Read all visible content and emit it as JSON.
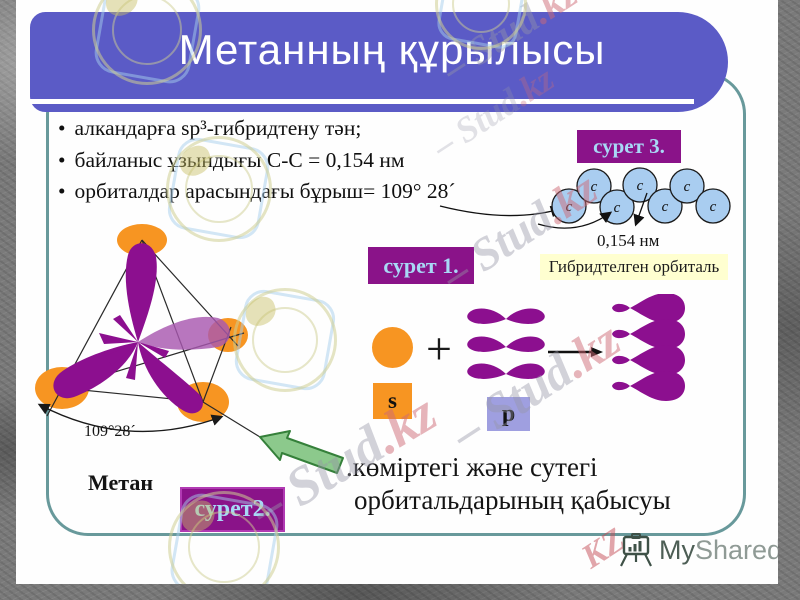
{
  "slide": {
    "title": "Метанның құрылысы",
    "bullet_char": "•",
    "bullets": [
      "алкандарға sp³-гибридтену тән;",
      "байланыс ұзындығы С-С = 0,154 нм",
      "орбиталдар арасындағы бұрыш= 109° 28´"
    ]
  },
  "fig1": {
    "label": "сурет 1.",
    "s_label": "s",
    "p_label": "p",
    "plus": "+"
  },
  "fig2": {
    "label": "сурет2.",
    "molecule_name": "Метан",
    "angle": "109°28´"
  },
  "fig3": {
    "label": "сурет 3.",
    "atoms": [
      "с",
      "с",
      "с",
      "с",
      "с",
      "с",
      "с"
    ],
    "bond_length": "0,154 нм",
    "caption": "Гибридтелген орбиталь"
  },
  "bottom_caption": {
    "line1": ".көміртегі және сутегі",
    "line2": "орбитальдарының қабысуы"
  },
  "watermark": {
    "stud_prefix": "– Stud",
    "kz_suffix": ".kz",
    "kz_red": "KZ"
  },
  "logo": {
    "my": "My",
    "shared": "Shared"
  },
  "colors": {
    "header_blue": "#5b5bc6",
    "content_border_teal": "#68999b",
    "figure_label_bg": "#8a1389",
    "figure_label_text": "#a8d8f5",
    "orbital_purple": "#8c0f8f",
    "orbital_light_purple": "#b06ec0",
    "orange": "#f79522",
    "chain_atom_blue": "#a9cdf0",
    "caption_yellow": "#ffffd0",
    "p_box_periwinkle": "#9f9fe0",
    "green_arrow": "#8cc98c",
    "slide_bg": "#ffffff",
    "frame_gray": "#7a7a7a"
  }
}
